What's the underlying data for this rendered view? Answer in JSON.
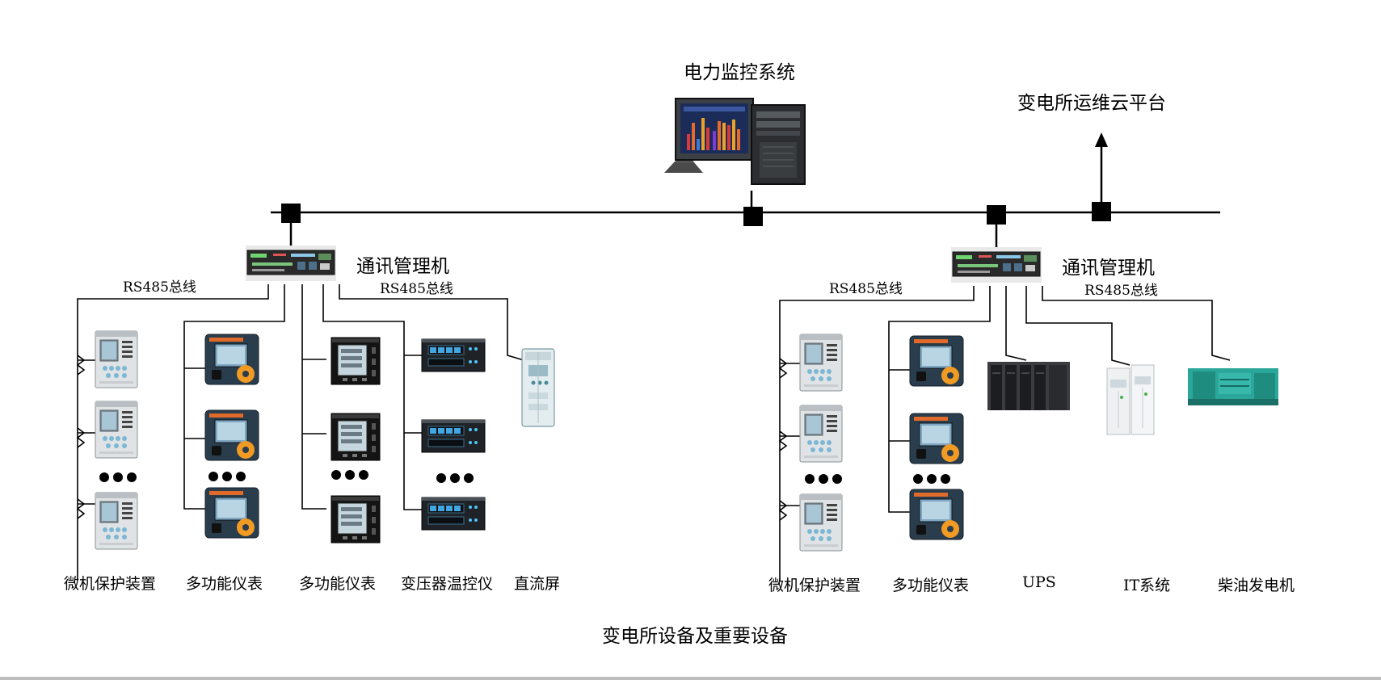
{
  "title": "电力监控系统",
  "cloud": "变电所运维云平台",
  "footer": "变电所设备及重要设备",
  "groups": [
    {
      "manager": "通讯管理机",
      "bus_left": "RS485总线",
      "bus_right": "RS485总线",
      "devices": [
        "微机保护装置",
        "多功能仪表",
        "多功能仪表",
        "变压器温控仪",
        "直流屏"
      ]
    },
    {
      "manager": "通讯管理机",
      "bus_left": "RS485总线",
      "bus_right": "RS485总线",
      "devices": [
        "微机保护装置",
        "多功能仪表",
        "UPS",
        "IT系统",
        "柴油发电机"
      ]
    }
  ],
  "icons": [
    "monitoring-computer-icon",
    "arrow-up-icon",
    "comm-manager-icon",
    "protection-relay-icon",
    "multifunction-meter-icon",
    "panel-meter-icon",
    "temperature-controller-icon",
    "dc-panel-icon",
    "ups-rack-icon",
    "it-cabinet-icon",
    "diesel-generator-icon"
  ]
}
